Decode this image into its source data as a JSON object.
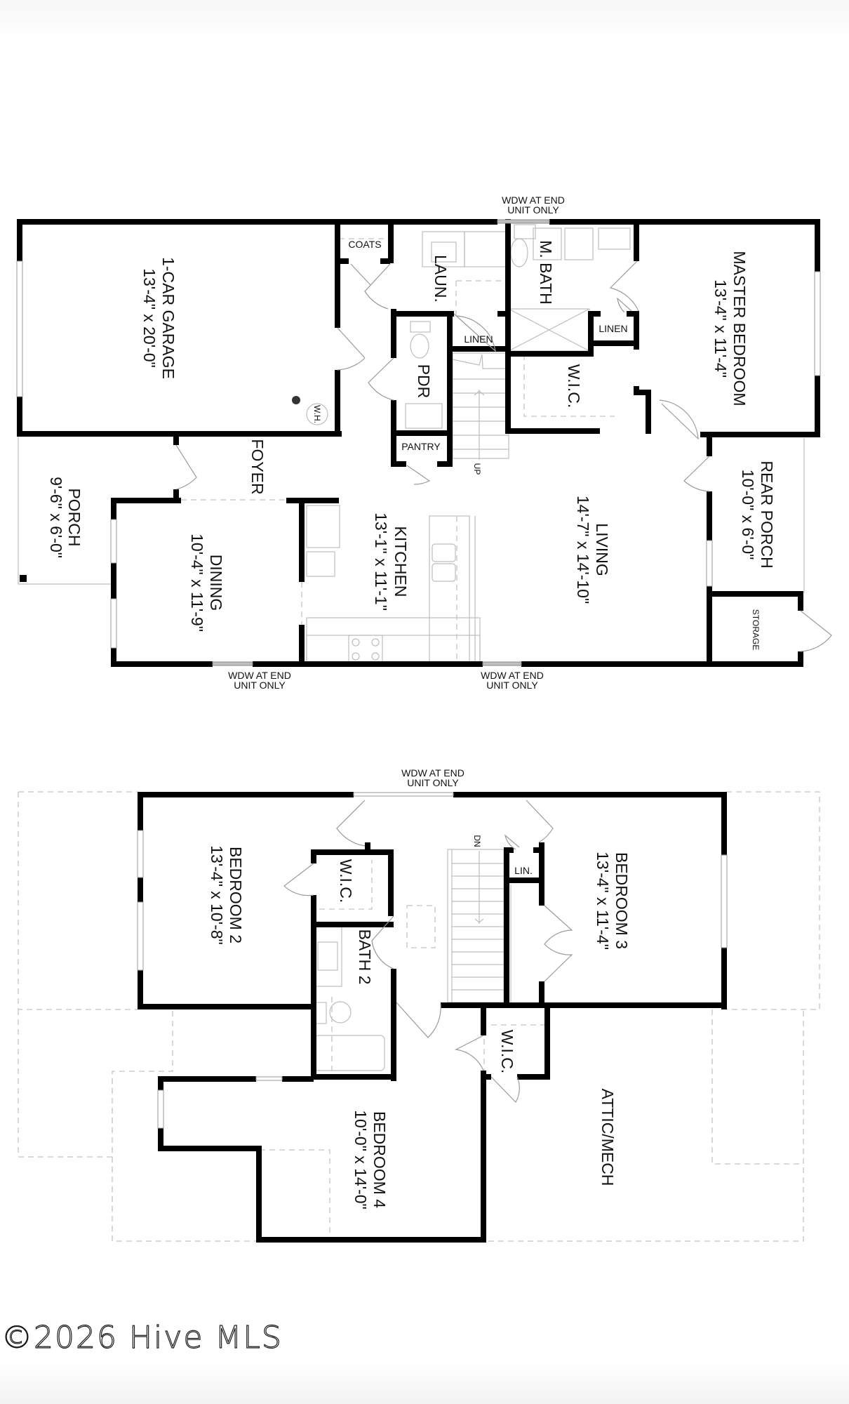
{
  "floor1": {
    "rooms": {
      "garage": {
        "name": "1-CAR GARAGE",
        "dims": "13'-4\" x 20'-0\""
      },
      "coats": {
        "name": "COATS"
      },
      "laundry": {
        "name": "LAUN."
      },
      "mbath": {
        "name": "M. BATH"
      },
      "master": {
        "name": "MASTER BEDROOM",
        "dims": "13'-4\" x 11'-4\""
      },
      "linen1": {
        "name": "LINEN"
      },
      "linen2": {
        "name": "LINEN"
      },
      "pdr": {
        "name": "PDR"
      },
      "wic": {
        "name": "W.I.C."
      },
      "pantry": {
        "name": "PANTRY"
      },
      "wh": {
        "name": "W.H."
      },
      "foyer": {
        "name": "FOYER"
      },
      "porch": {
        "name": "PORCH",
        "dims": "9'-6\" x 6'-0\""
      },
      "dining": {
        "name": "DINING",
        "dims": "10'-4\" x 11'-9\""
      },
      "kitchen": {
        "name": "KITCHEN",
        "dims": "13'-1\" x 11'-1\""
      },
      "living": {
        "name": "LIVING",
        "dims": "14'-7\" x 14'-10\""
      },
      "rearporch": {
        "name": "REAR PORCH",
        "dims": "10'-0\" x 6'-0\""
      },
      "storage": {
        "name": "STORAGE"
      }
    },
    "stair_label": "UP",
    "window_notes": [
      {
        "line1": "WDW AT END",
        "line2": "UNIT ONLY"
      },
      {
        "line1": "WDW AT END",
        "line2": "UNIT ONLY"
      },
      {
        "line1": "WDW AT END",
        "line2": "UNIT ONLY"
      }
    ]
  },
  "floor2": {
    "rooms": {
      "bed2": {
        "name": "BEDROOM 2",
        "dims": "13'-4\" x 10'-8\""
      },
      "wic1": {
        "name": "W.I.C."
      },
      "bath2": {
        "name": "BATH 2"
      },
      "lin": {
        "name": "LIN."
      },
      "bed3": {
        "name": "BEDROOM 3",
        "dims": "13'-4\" x 11'-4\""
      },
      "wic2": {
        "name": "W.I.C."
      },
      "bed4": {
        "name": "BEDROOM 4",
        "dims": "10'-0\" x 14'-0\""
      },
      "attic": {
        "name": "ATTIC/MECH"
      }
    },
    "stair_label": "DN",
    "window_note": {
      "line1": "WDW AT END",
      "line2": "UNIT ONLY"
    }
  },
  "watermark": "©2026 Hive MLS"
}
